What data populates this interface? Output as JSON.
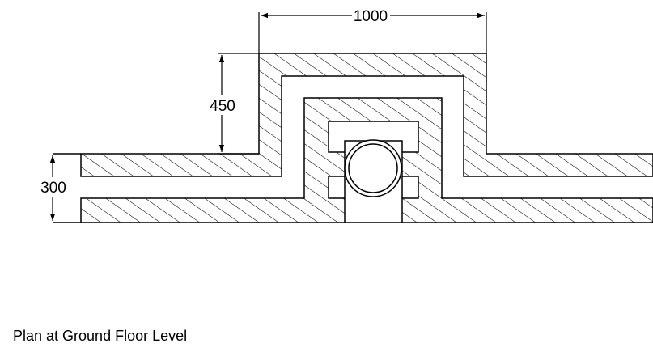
{
  "caption": "Plan at Ground Floor Level",
  "dimensions": {
    "width": "1000",
    "height": "450",
    "wall": "300"
  },
  "colors": {
    "line": "#000000",
    "background": "#ffffff"
  }
}
